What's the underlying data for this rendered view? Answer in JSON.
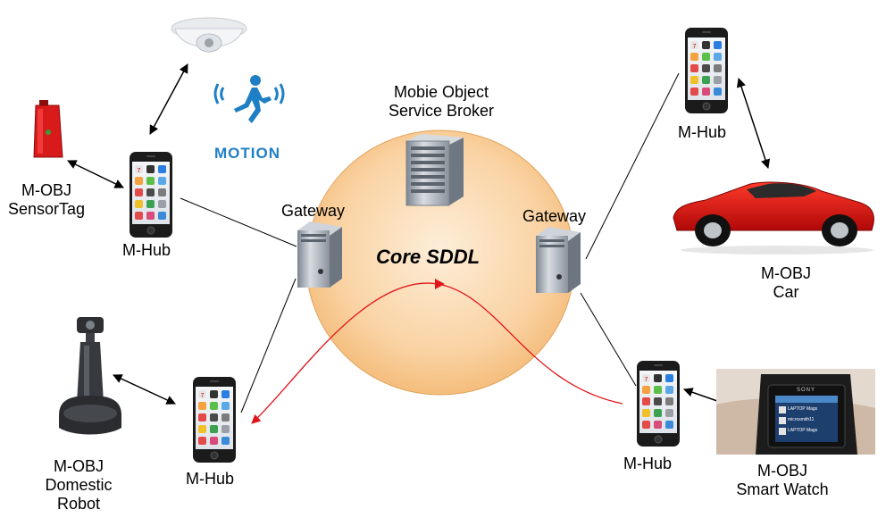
{
  "core": {
    "title": "Core SDDL"
  },
  "broker": {
    "line1": "Mobie Object",
    "line2": "Service Broker"
  },
  "gateways": {
    "left": "Gateway",
    "right": "Gateway"
  },
  "motion": {
    "label": "MOTION"
  },
  "hubs": {
    "top_left": "M-Hub",
    "bottom_left": "M-Hub",
    "top_right": "M-Hub",
    "bottom_right": "M-Hub"
  },
  "objects": {
    "sensortag": {
      "line1": "M-OBJ",
      "line2": "SensorTag"
    },
    "robot": {
      "line1": "M-OBJ",
      "line2": "Domestic",
      "line3": "Robot"
    },
    "car": {
      "line1": "M-OBJ",
      "line2": "Car"
    },
    "watch": {
      "line1": "M-OBJ",
      "line2": "Smart Watch"
    }
  },
  "watch_screen": {
    "brand": "SONY",
    "items": [
      "LAPTOP Mags",
      "microsmith11",
      "LAPTOP Mags"
    ]
  },
  "colors": {
    "core_fill_center": "#fde9cf",
    "core_fill_edge": "#f7c487",
    "flow_arrow": "#e0151b",
    "motion_blue": "#1f7fc4",
    "car_red": "#e01010"
  }
}
